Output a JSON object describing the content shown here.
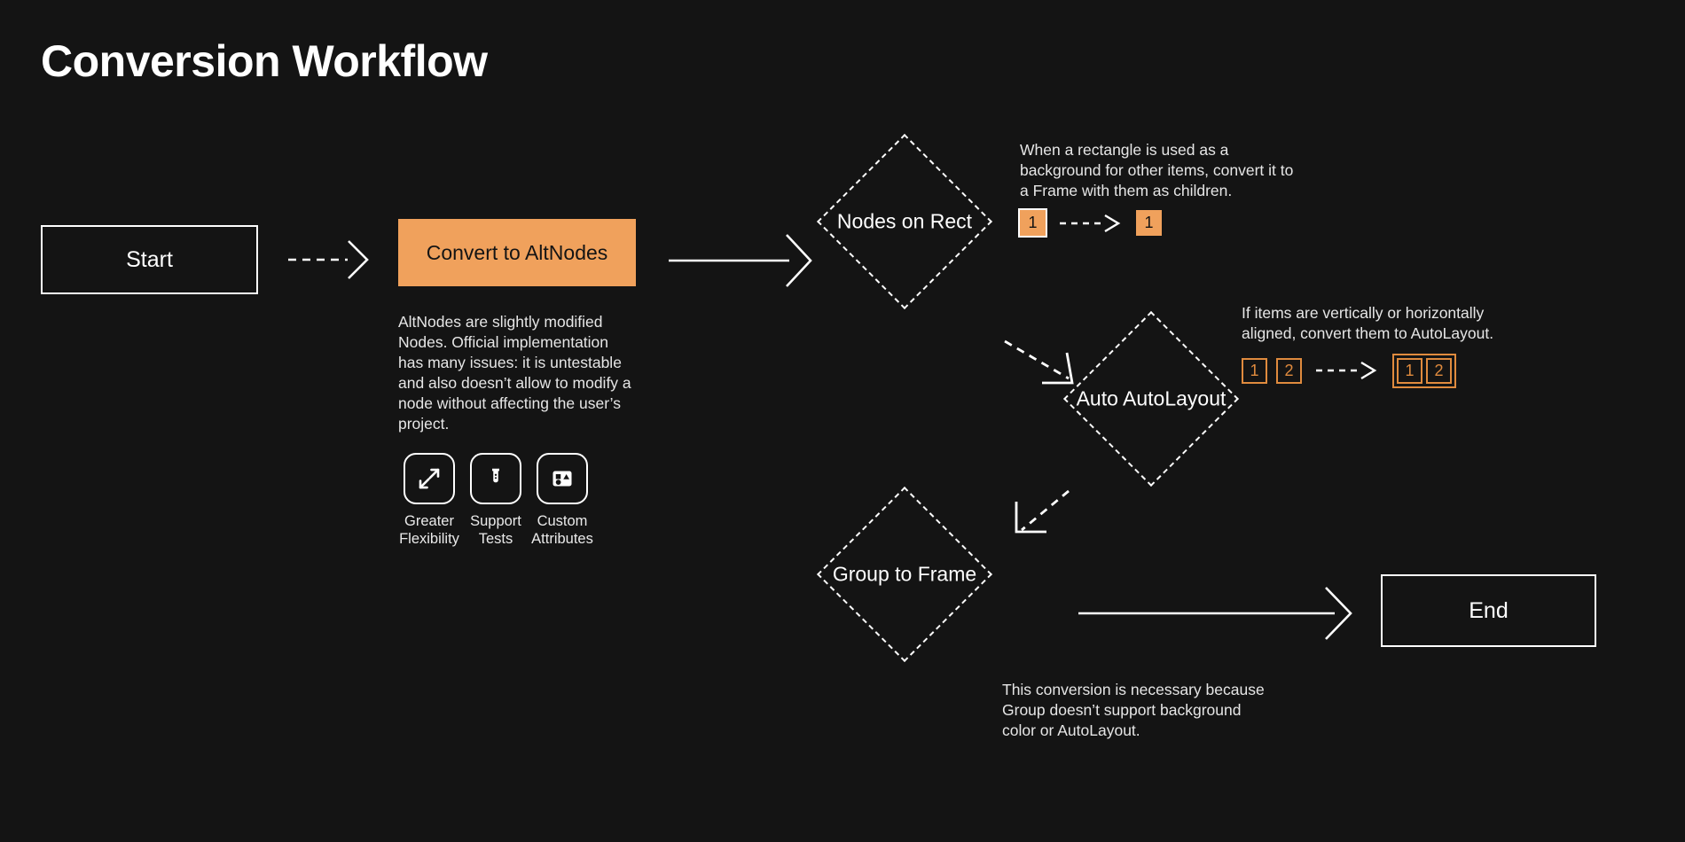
{
  "page": {
    "title": "Conversion Workflow",
    "background_color": "#141414",
    "accent_color": "#f0a15c",
    "accent_outline_color": "#e08b3e",
    "text_color": "#ffffff"
  },
  "nodes": {
    "start": {
      "label": "Start",
      "shape": "rectangle"
    },
    "convert": {
      "label": "Convert to AltNodes",
      "shape": "rectangle",
      "fill": "#f0a15c"
    },
    "nodes_on_rect": {
      "label": "Nodes on Rect",
      "shape": "diamond"
    },
    "auto_autolayout": {
      "label": "Auto AutoLayout",
      "shape": "diamond"
    },
    "group_to_frame": {
      "label": "Group to Frame",
      "shape": "diamond"
    },
    "end": {
      "label": "End",
      "shape": "rectangle"
    }
  },
  "altnodes": {
    "description": "AltNodes are slightly modified Nodes. Official implementation has many issues: it is untestable and also doesn’t allow to modify a node without affecting the user’s project.",
    "features": [
      {
        "icon": "expand-arrows-icon",
        "label": "Greater\nFlexibility"
      },
      {
        "icon": "test-tube-icon",
        "label": "Support\nTests"
      },
      {
        "icon": "shapes-in-frame-icon",
        "label": "Custom\nAttributes"
      }
    ]
  },
  "callouts": {
    "nodes_on_rect": {
      "text": "When a rectangle is used as a background for other items, convert it to a Frame with them as children.",
      "before": [
        {
          "value": "1",
          "style": "filled-outlined"
        }
      ],
      "after": [
        {
          "value": "1",
          "style": "filled"
        }
      ]
    },
    "auto_autolayout": {
      "text": "If items are vertically or horizontally aligned, convert them to AutoLayout.",
      "before": [
        {
          "value": "1",
          "style": "outline"
        },
        {
          "value": "2",
          "style": "outline"
        }
      ],
      "after_framed": [
        {
          "value": "1",
          "style": "outline"
        },
        {
          "value": "2",
          "style": "outline"
        }
      ]
    },
    "group_to_frame": {
      "text": "This conversion is necessary because Group doesn’t support background color or AutoLayout."
    }
  },
  "edges": [
    {
      "from": "start",
      "to": "convert",
      "style": "dashed"
    },
    {
      "from": "convert",
      "to": "nodes_on_rect",
      "style": "solid"
    },
    {
      "from": "nodes_on_rect",
      "to": "auto_autolayout",
      "style": "dashed"
    },
    {
      "from": "auto_autolayout",
      "to": "group_to_frame",
      "style": "dashed"
    },
    {
      "from": "group_to_frame",
      "to": "end",
      "style": "solid"
    }
  ]
}
